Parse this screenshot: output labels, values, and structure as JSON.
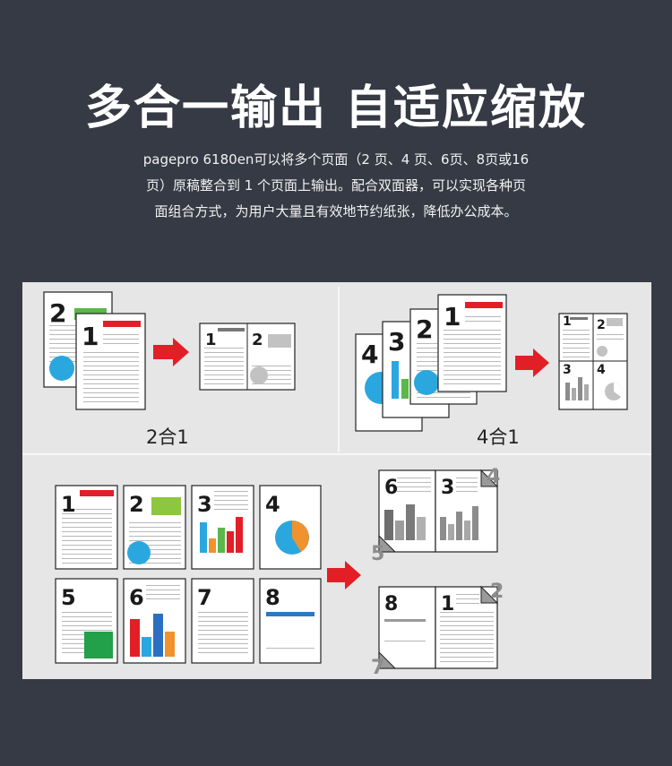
{
  "title": "多合一输出 自适应缩放",
  "description": [
    "pagepro 6180en可以将多个页面（2 页、4 页、6页、8页或16",
    "页）原稿整合到 1 个页面上输出。配合双面器，可以实现各种页",
    "面组合方式，为用户大量且有效地节约纸张，降低办公成本。"
  ],
  "diagrams": {
    "two_in_one_label": "2合1",
    "four_in_one_label": "4合1"
  },
  "page_numbers": [
    "1",
    "2",
    "3",
    "4",
    "5",
    "6",
    "7",
    "8"
  ],
  "colors": {
    "background": "#353a44",
    "panel": "#e6e6e6",
    "red": "#e21f26",
    "green": "#5bb74a",
    "blue": "#2aa7df",
    "orange": "#f0922d",
    "gray": "#8c8c8c"
  }
}
